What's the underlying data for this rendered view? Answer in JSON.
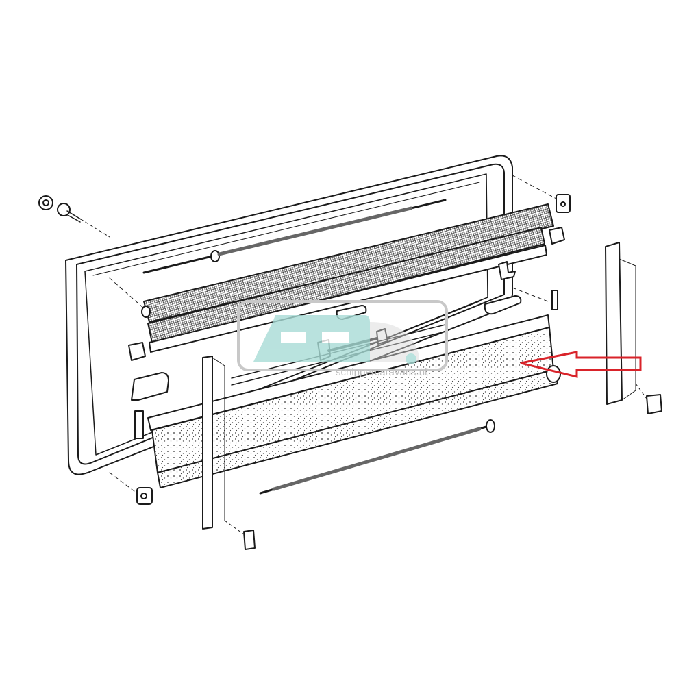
{
  "diagram": {
    "type": "exploded-view",
    "subject": "window frame with roller blind and fly screen",
    "background": "#ffffff",
    "line_color": "#1a1a1a",
    "highlight_arrow": {
      "color": "#d9232a",
      "direction": "left",
      "points_to": "lower pleated/dotted blind panel"
    },
    "parts": [
      {
        "id": "cap-nut",
        "label": "cap nut"
      },
      {
        "id": "screw",
        "label": "screw with washer"
      },
      {
        "id": "outer-frame",
        "label": "window frame"
      },
      {
        "id": "top-tension-rod",
        "label": "upper tension rod"
      },
      {
        "id": "upper-screen-roller",
        "label": "fly screen roller"
      },
      {
        "id": "upper-end-cap",
        "label": "roller end cap"
      },
      {
        "id": "clip-right",
        "label": "clip"
      },
      {
        "id": "hook-bracket",
        "label": "hook bracket"
      },
      {
        "id": "handle-upper",
        "label": "pull handle"
      },
      {
        "id": "handle-right",
        "label": "pull handle"
      },
      {
        "id": "small-strip",
        "label": "small guide strip"
      },
      {
        "id": "left-clip",
        "label": "clip"
      },
      {
        "id": "left-catch",
        "label": "catch"
      },
      {
        "id": "left-slider",
        "label": "slider"
      },
      {
        "id": "center-latch",
        "label": "latch"
      },
      {
        "id": "blind-panel",
        "label": "blackout blind"
      },
      {
        "id": "lower-end-cap",
        "label": "roller end cap"
      },
      {
        "id": "lower-tension-rod",
        "label": "lower tension rod"
      },
      {
        "id": "left-guide-rail",
        "label": "side guide rail"
      },
      {
        "id": "right-guide-rail",
        "label": "side guide rail"
      },
      {
        "id": "left-rail-clip",
        "label": "rail end clip"
      },
      {
        "id": "right-rail-clip",
        "label": "rail end clip"
      }
    ]
  },
  "watermark": {
    "text": "schippercaravans.nl",
    "logo": "caravan-icon",
    "logo_color": "#a8dcd6",
    "frame_color": "#c8c8c8"
  }
}
